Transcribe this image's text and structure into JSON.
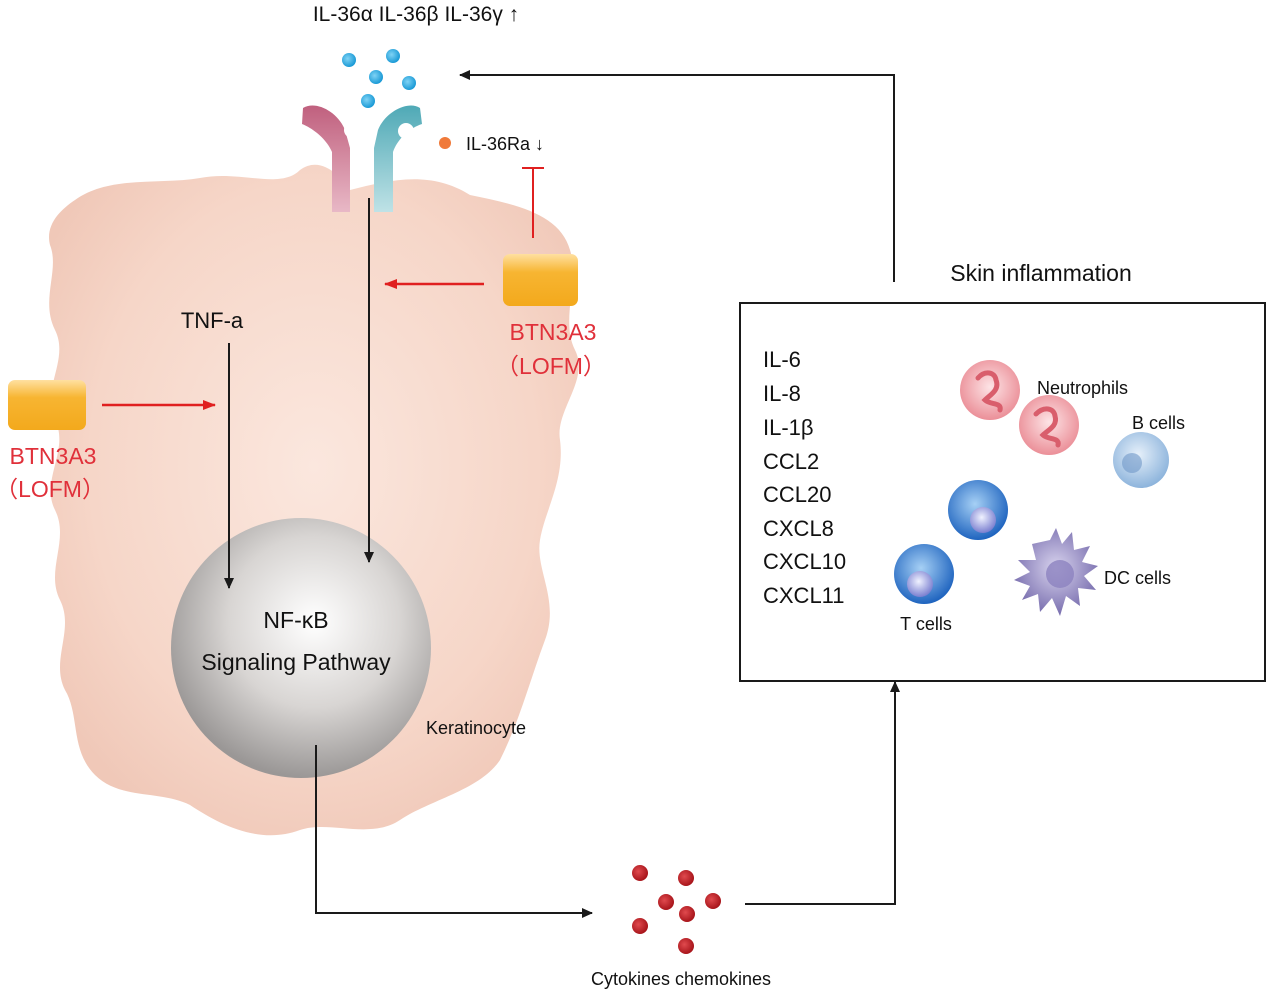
{
  "ligands": {
    "label": "IL-36α  IL-36β  IL-36γ ↑",
    "color": "#29abe2"
  },
  "antagonist": {
    "label": "IL-36Ra ↓",
    "color": "#f08040"
  },
  "btn_right": {
    "line1": "BTN3A3",
    "line2": "（LOFM）"
  },
  "btn_left": {
    "line1": "BTN3A3",
    "line2": "（LOFM）"
  },
  "tnf_label": "TNF-a",
  "nfkb": {
    "line1": "NF-κB",
    "line2": "Signaling Pathway"
  },
  "cell_label": "Keratinocyte",
  "cytokines_label": "Cytokines chemokines",
  "inflammation": {
    "title": "Skin inflammation",
    "mediators": [
      "IL-6",
      "IL-8",
      "IL-1β",
      "CCL2",
      "CCL20",
      "CXCL8",
      "CXCL10",
      "CXCL11"
    ],
    "cells": {
      "neutrophils": "Neutrophils",
      "b_cells": "B cells",
      "t_cells": "T cells",
      "dc_cells": "DC cells"
    }
  },
  "colors": {
    "red_text": "#e0303a",
    "activation_arrow": "#e02020",
    "cell_fill": "#f6d9cc",
    "btn_fill": "#f5b02e",
    "receptor_left": "#c46a86",
    "receptor_right": "#5fb3be",
    "cytokine": "#c81e24"
  }
}
